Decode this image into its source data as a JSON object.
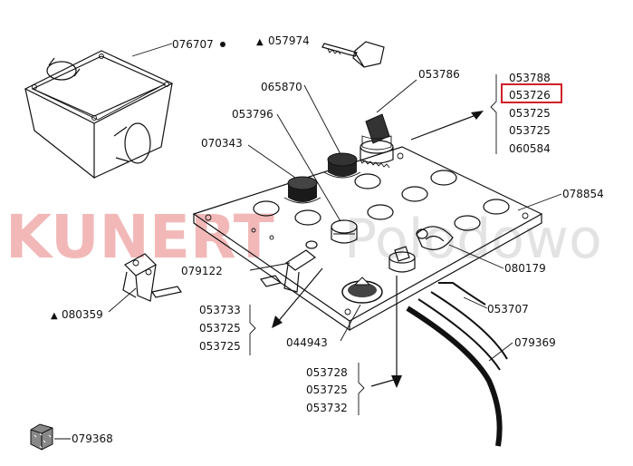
{
  "watermark": {
    "brand": "KUNERT",
    "suffix": "Polodowo"
  },
  "labels": {
    "box": "076707",
    "key": "057974",
    "keyswitch": "053786",
    "pb_black": "065870",
    "pb_white": "053796",
    "pb_mushroom": "070343",
    "plate": "078854",
    "latch": "079122",
    "cap": "080179",
    "lock_bracket": "080359",
    "selector": "053707",
    "cable": "079369",
    "estop": "044943",
    "foam": "079368"
  },
  "groups": {
    "keyswitch_parts": [
      "053788",
      "053726",
      "053725",
      "053725",
      "060584"
    ],
    "estop_parts": [
      "053733",
      "053725",
      "053725"
    ],
    "selector_parts": [
      "053728",
      "053725",
      "053732"
    ]
  },
  "highlight": {
    "part": "053726",
    "color": "#d0202a"
  }
}
